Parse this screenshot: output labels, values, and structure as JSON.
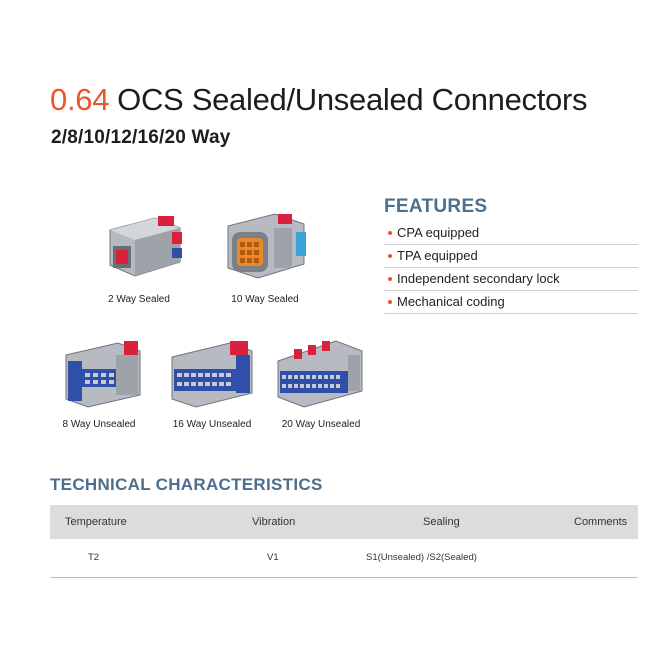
{
  "title": {
    "size": "0.64",
    "text": "OCS Sealed/Unsealed Connectors",
    "subtitle": "2/8/10/12/16/20 Way"
  },
  "features": {
    "heading": "FEATURES",
    "items": [
      "CPA equipped",
      "TPA equipped",
      "Independent secondary lock",
      "Mechanical coding"
    ],
    "bullet_color": "#e8572a"
  },
  "connectors": [
    {
      "label": "2 Way Sealed",
      "icon": "two-way-sealed-connector-image"
    },
    {
      "label": "10 Way Sealed",
      "icon": "ten-way-sealed-connector-image"
    },
    {
      "label": "8 Way Unsealed",
      "icon": "eight-way-unsealed-connector-image"
    },
    {
      "label": "16 Way Unsealed",
      "icon": "sixteen-way-unsealed-connector-image"
    },
    {
      "label": "20 Way Unsealed",
      "icon": "twenty-way-unsealed-connector-image"
    }
  ],
  "technical": {
    "heading": "TECHNICAL CHARACTERISTICS",
    "columns": [
      "Temperature",
      "Vibration",
      "Sealing",
      "Comments"
    ],
    "rows": [
      [
        "T2",
        "V1",
        "S1(Unsealed) /S2(Sealed)",
        ""
      ]
    ]
  },
  "colors": {
    "accent_orange": "#e8572a",
    "heading_blue": "#4b6f8c",
    "connector_gray": "#a9adb3",
    "connector_red": "#d9213d",
    "connector_blue": "#2f4fa8",
    "connector_orange": "#e88a2a",
    "connector_cyan": "#3aa3d8"
  }
}
